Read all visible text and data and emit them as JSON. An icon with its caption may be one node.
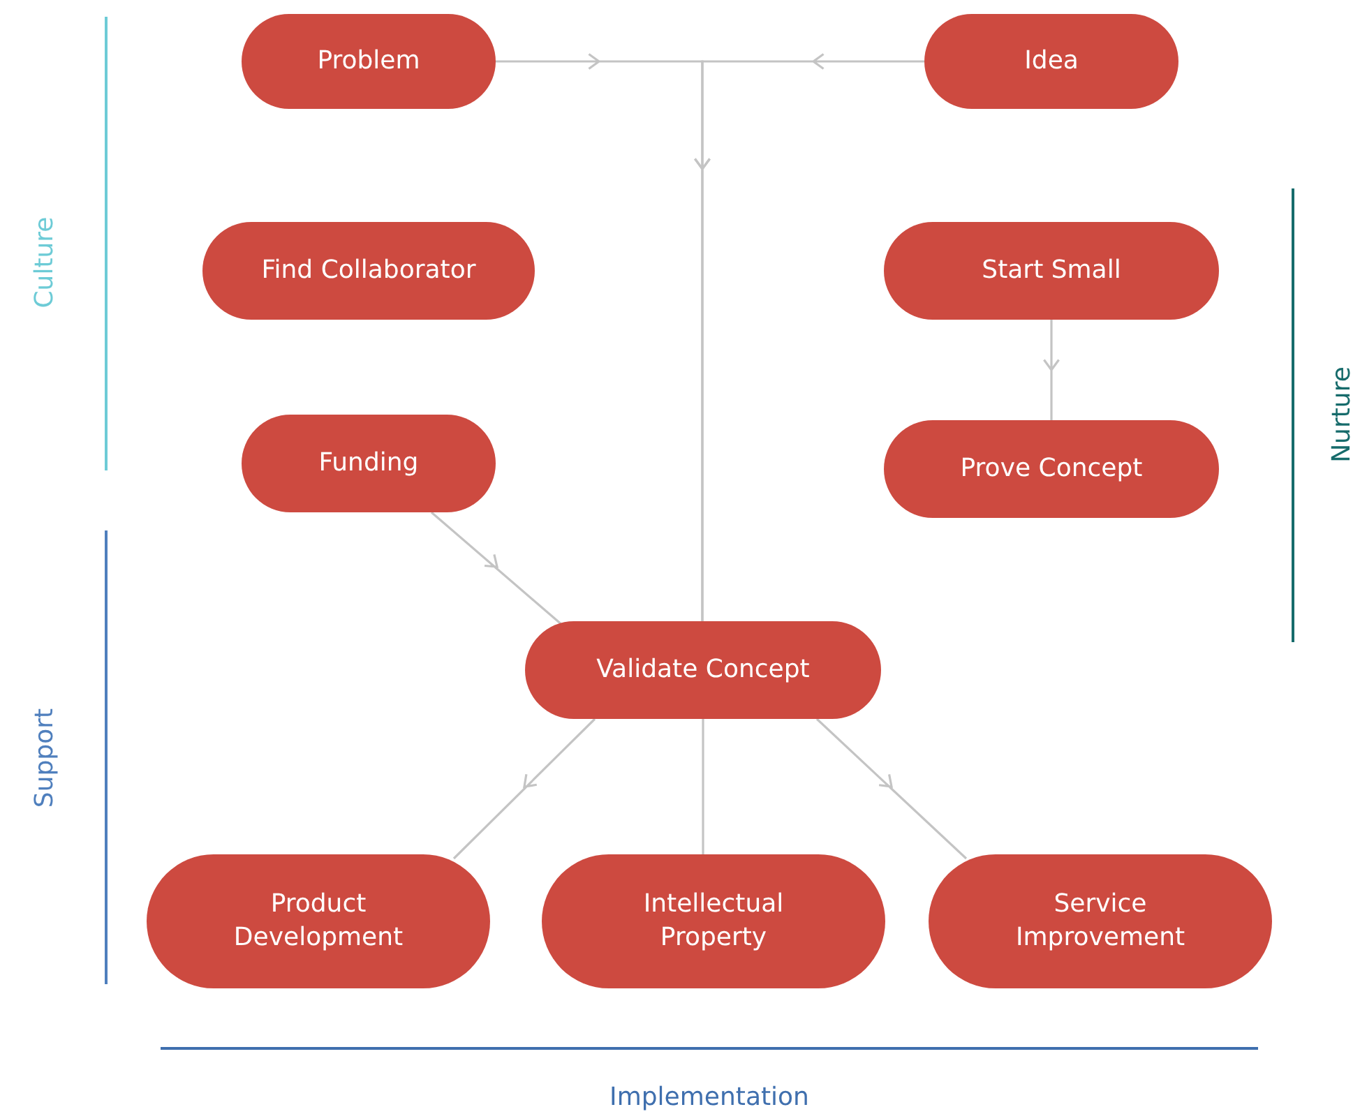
{
  "diagram": {
    "nodes": [
      {
        "text": [
          "Problem"
        ]
      },
      {
        "text": [
          "Idea"
        ]
      },
      {
        "text": [
          "Find Collaborator"
        ]
      },
      {
        "text": [
          "Start Small"
        ]
      },
      {
        "text": [
          "Funding"
        ]
      },
      {
        "text": [
          "Prove Concept"
        ]
      },
      {
        "text": [
          "Validate Concept"
        ]
      },
      {
        "text": [
          "Product Development"
        ]
      },
      {
        "text": [
          "Intellectual Property"
        ]
      },
      {
        "text": [
          "Service Improvement"
        ]
      }
    ],
    "edges": [
      {
        "from": 0,
        "to": 6,
        "arrow": "to"
      },
      {
        "from": 1,
        "to": 6,
        "arrow": "to"
      },
      {
        "from": 4,
        "to": 6,
        "arrow": "to"
      },
      {
        "from": 3,
        "to": 5,
        "arrow": "to"
      },
      {
        "from": 6,
        "to": 7,
        "arrow": "to"
      },
      {
        "from": 6,
        "to": 8,
        "arrow": "none"
      },
      {
        "from": 6,
        "to": 9,
        "arrow": "to"
      }
    ],
    "labels": [
      "Culture",
      "Nurture",
      "Support",
      "Implementation"
    ]
  }
}
